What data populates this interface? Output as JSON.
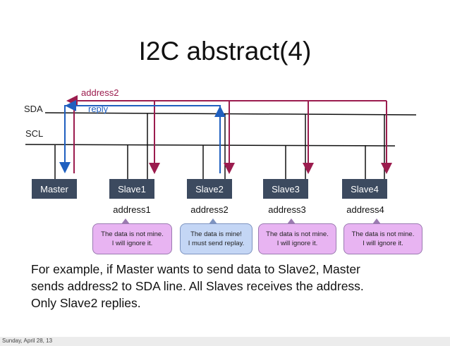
{
  "title": "I2C abstract(4)",
  "labels": {
    "sda": "SDA",
    "scl": "SCL",
    "address2_arrow": "address2",
    "reply_arrow": "reply"
  },
  "nodes": [
    {
      "name": "Master",
      "address": ""
    },
    {
      "name": "Slave1",
      "address": "address1"
    },
    {
      "name": "Slave2",
      "address": "address2"
    },
    {
      "name": "Slave3",
      "address": "address3"
    },
    {
      "name": "Slave4",
      "address": "address4"
    }
  ],
  "bubbles": [
    {
      "line1": "The data is not mine.",
      "line2": "I will ignore it."
    },
    {
      "line1": "The data is mine!",
      "line2": "I must send replay."
    },
    {
      "line1": "The data is not mine.",
      "line2": "I will ignore it."
    },
    {
      "line1": "The data is not mine.",
      "line2": "I will ignore it."
    }
  ],
  "caption": {
    "line1": "For example, if Master wants to send data to Slave2, Master",
    "line2": "sends address2 to SDA line. All Slaves receives the address.",
    "line3": "Only Slave2 replies."
  },
  "footer": {
    "date": "Sunday, April 28, 13"
  },
  "colors": {
    "node_fill": "#3c4a5f",
    "address_arrow": "#9b1c4e",
    "reply_arrow": "#1f5fbf",
    "bubble_pink": "#e8b4f2",
    "bubble_blue": "#c4d6f5"
  }
}
